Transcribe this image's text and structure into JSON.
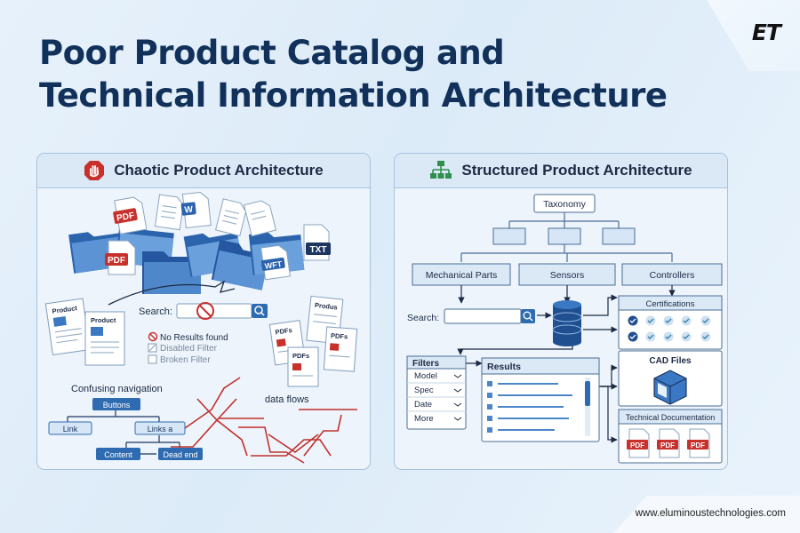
{
  "brand": {
    "logo_text": "ET",
    "website": "www.eluminoustechnologies.com"
  },
  "title": {
    "line1": "Poor Product Catalog and",
    "line2": "Technical Information Architecture"
  },
  "left_panel": {
    "title": "Chaotic Product Architecture",
    "icon": "stop-hand-icon",
    "file_labels": {
      "pdf": "PDF",
      "word": "W",
      "txt": "TXT",
      "wft": "WFT"
    },
    "product_card_label": "Product",
    "search_label": "Search:",
    "no_results": "No Results found",
    "disabled_filter": "Disabled Filter",
    "broken_filter": "Broken Filter",
    "confusing_navigation": "Confusing navigation",
    "nav_nodes": {
      "buttons": "Buttons",
      "link": "Link",
      "links_a": "Links a",
      "content": "Content",
      "dead_end": "Dead end"
    },
    "data_flows": "data flows",
    "scattered_docs": [
      "Produs",
      "PDFs",
      "PDFs",
      "PDFs"
    ]
  },
  "right_panel": {
    "title": "Structured  Product Architecture",
    "icon": "hierarchy-icon",
    "taxonomy": "Taxonomy",
    "categories": [
      "Mechanical Parts",
      "Sensors",
      "Controllers"
    ],
    "search_label": "Search:",
    "filters_title": "Filters",
    "filters": [
      "Model",
      "Spec",
      "Date",
      "More"
    ],
    "results_title": "Results",
    "certifications_title": "Certifications",
    "cad_title": "CAD Files",
    "tech_doc_title": "Technical Documentation",
    "tech_doc_files": [
      "PDF",
      "PDF",
      "PDF"
    ]
  },
  "colors": {
    "title": "#11315a",
    "accent_blue": "#2e6bb0",
    "danger_red": "#c8302c",
    "navy": "#1c3660",
    "teal_check": "#2f7fa0"
  }
}
